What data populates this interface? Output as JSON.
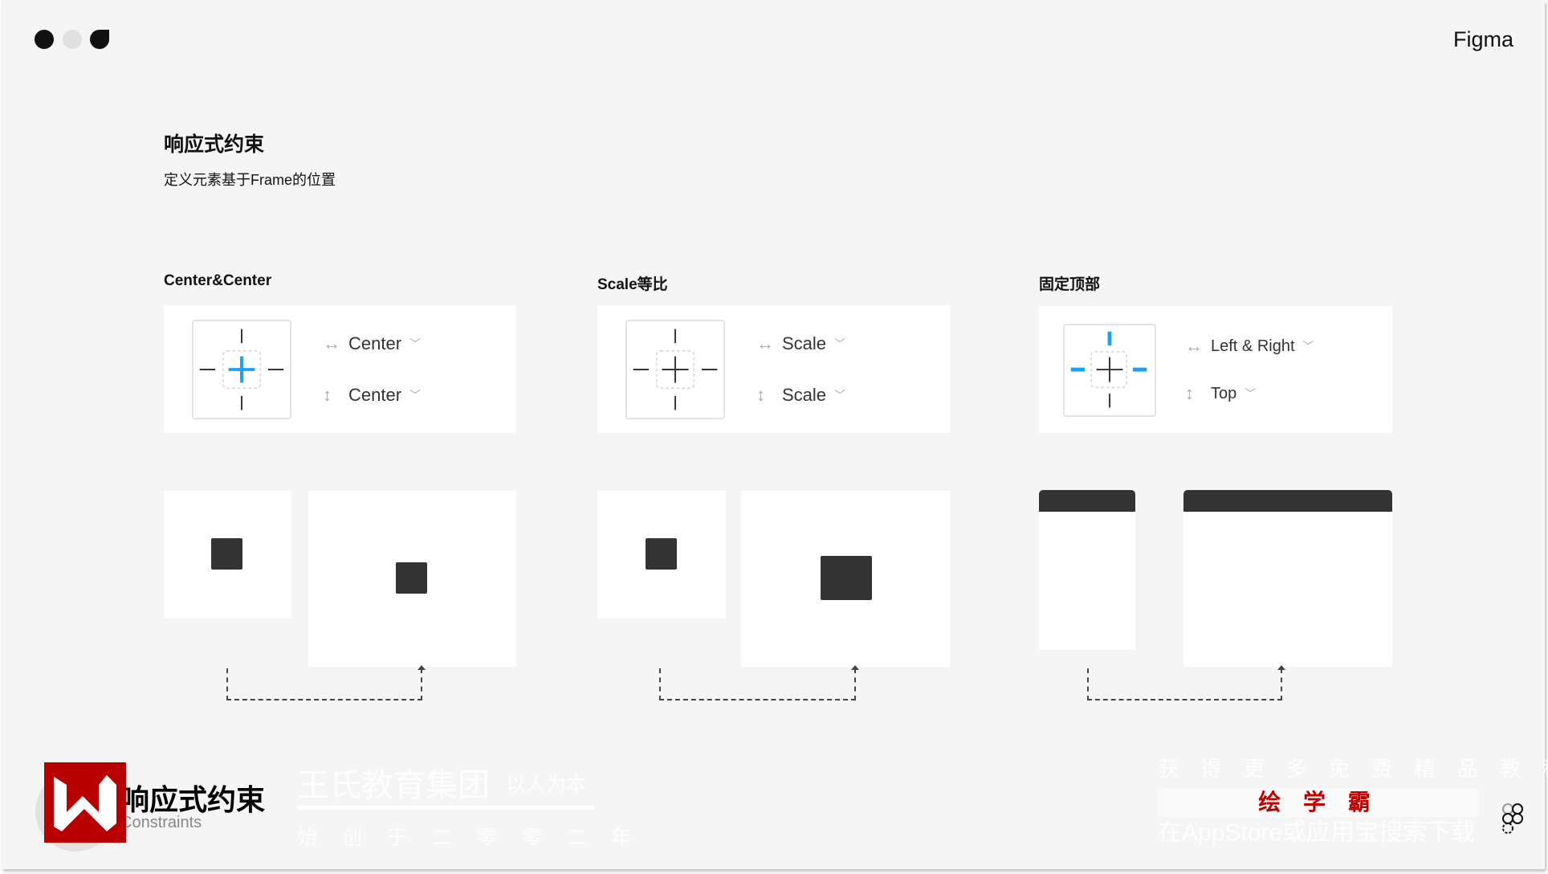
{
  "window": {
    "brand": "Figma"
  },
  "header": {
    "title": "响应式约束",
    "subtitle": "定义元素基于Frame的位置"
  },
  "sections": [
    {
      "label": "Center&Center",
      "horizontal": "Center",
      "vertical": "Center"
    },
    {
      "label": "Scale等比",
      "horizontal": "Scale",
      "vertical": "Scale"
    },
    {
      "label": "固定顶部",
      "horizontal": "Left & Right",
      "vertical": "Top"
    }
  ],
  "colors": {
    "accent": "#18a0fb",
    "dark": "#333333",
    "logo_red": "#b80000"
  },
  "watermark": {
    "company": "王氏教育集团",
    "motto": "以人为本",
    "founded": "始 创 于 二 零 零 二 年",
    "overlay_title": "响应式约束",
    "overlay_sub": "Constraints",
    "promo": "获 得 更 多 免 费 精 品 教 程",
    "brand": "绘 学 霸",
    "download": "在AppStore或应用宝搜索下载"
  }
}
